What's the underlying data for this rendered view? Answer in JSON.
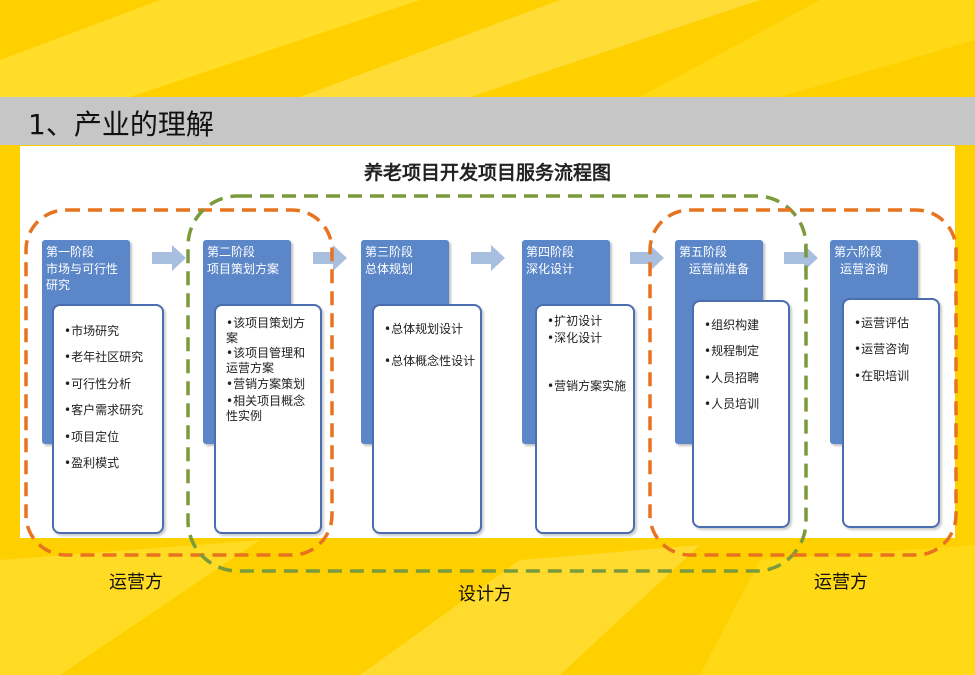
{
  "header": {
    "title": "1、产业的理解"
  },
  "diagram": {
    "title": "养老项目开发项目服务流程图",
    "stages": [
      {
        "head": "第一阶段",
        "sub": "市场与可行性研究",
        "items": [
          "•市场研究",
          "•老年社区研究",
          "•可行性分析",
          "•客户需求研究",
          "•项目定位",
          "•盈利模式"
        ]
      },
      {
        "head": "第二阶段",
        "sub": "项目策划方案",
        "items": [
          "•该项目策划方案",
          "•该项目管理和运营方案",
          "•营销方案策划",
          "•相关项目概念性实例"
        ]
      },
      {
        "head": "第三阶段",
        "sub": "总体规划",
        "items": [
          "•总体规划设计",
          "•总体概念性设计"
        ]
      },
      {
        "head": "第四阶段",
        "sub": "深化设计",
        "items": [
          "•扩初设计",
          "•深化设计",
          "•营销方案实施"
        ]
      },
      {
        "head": "第五阶段",
        "sub": "运营前准备",
        "items": [
          "•组织构建",
          "•规程制定",
          "•人员招聘",
          "•人员培训"
        ]
      },
      {
        "head": "第六阶段",
        "sub": "运营咨询",
        "items": [
          "•运营评估",
          "•运营咨询",
          "•在职培训"
        ]
      }
    ],
    "groups": {
      "left_operator": "运营方",
      "designer": "设计方",
      "right_operator": "运营方"
    },
    "colors": {
      "stage_blue": "#5b86c8",
      "operator_dash": "#e8731e",
      "designer_dash": "#7a9a3c",
      "arrow": "#a9bfdf"
    }
  }
}
